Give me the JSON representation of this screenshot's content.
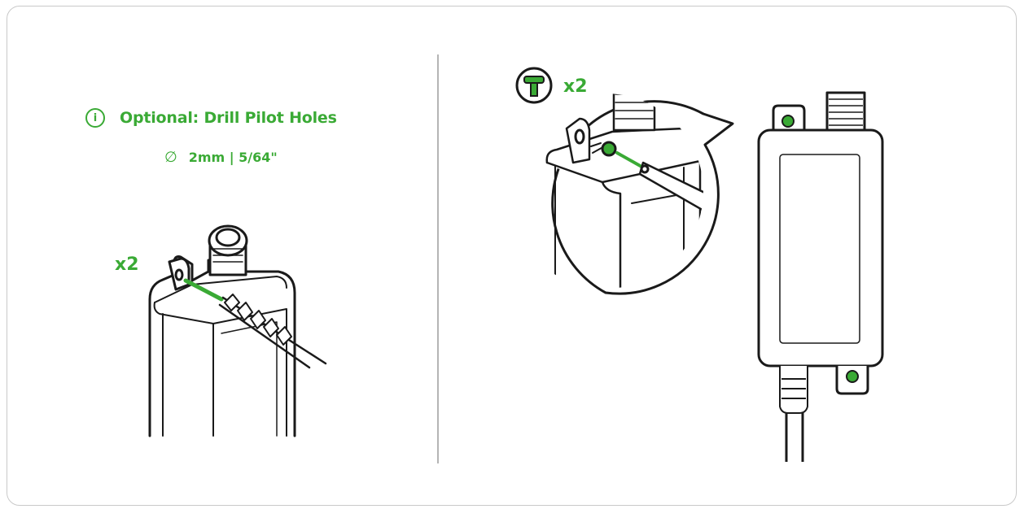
{
  "pilot_hole": {
    "info_icon": "info-icon",
    "title": "Optional: Drill Pilot Holes",
    "diameter_symbol": "∅",
    "size": "2mm | 5/64\""
  },
  "drilling": {
    "quantity": "x2"
  },
  "screwing": {
    "quantity": "x2",
    "screw_icon": "screw-icon"
  },
  "colors": {
    "accent": "#3aaa35",
    "line": "#1a1a1a",
    "border": "#c9c9c9"
  }
}
